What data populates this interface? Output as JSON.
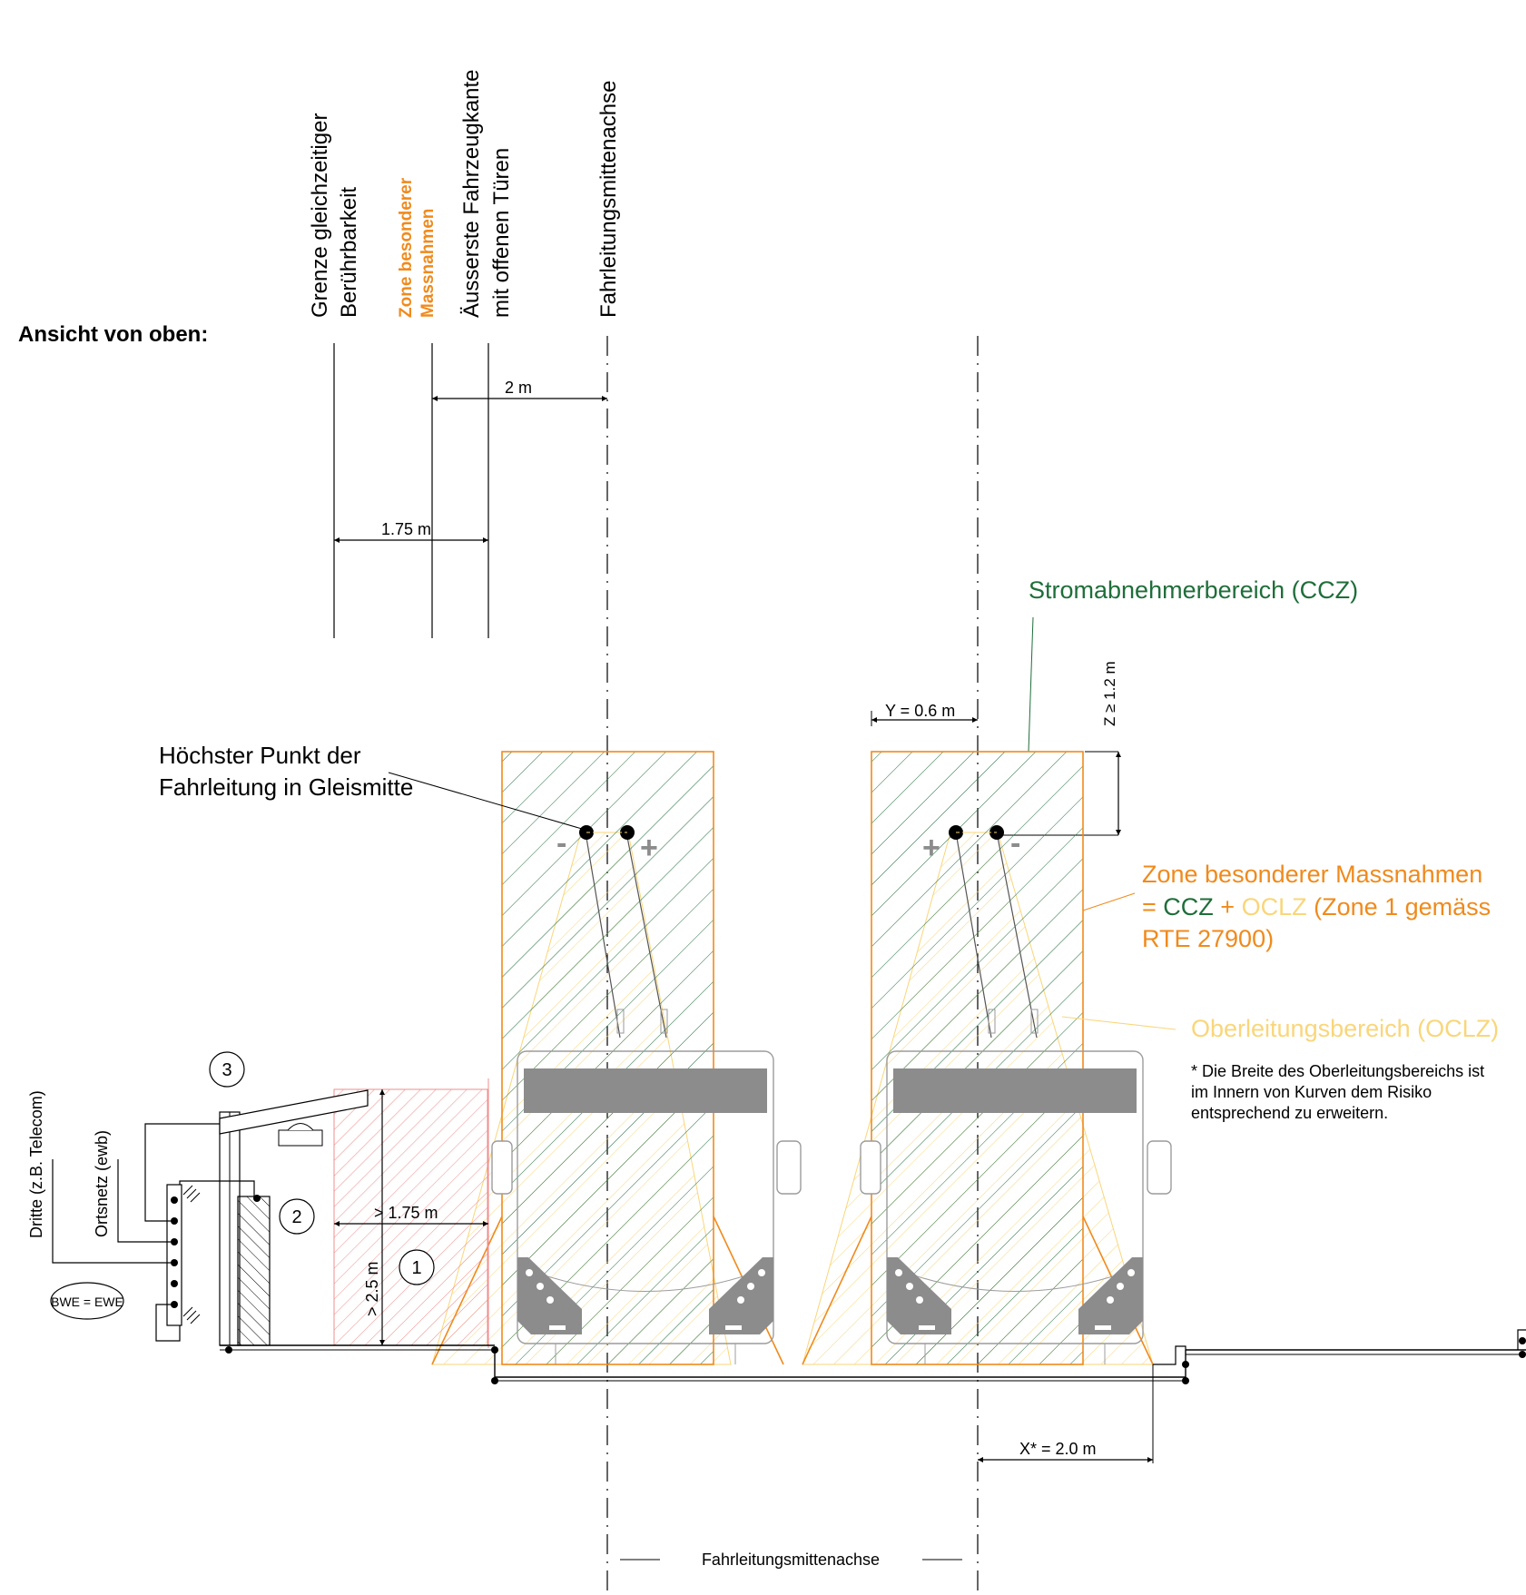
{
  "colors": {
    "green": "#1f6e3a",
    "orange": "#f08a1c",
    "pale_yellow": "#f9d67a",
    "red_hatch": "#f08c8c",
    "black": "#000000",
    "bus_dark": "#8c8c8c"
  },
  "view_title": "Ansicht von oben:",
  "column_labels": {
    "grenze_l1": "Grenze gleichzeitiger",
    "grenze_l2": "Berührbarkeit",
    "zone_l1": "Zone besonderer",
    "zone_l2": "Massnahmen",
    "aussen_l1": "Äusserste Fahrzeugkante",
    "aussen_l2": "mit offenen Türen",
    "fahrleitung": "Fahrleitungsmittenachse"
  },
  "dimensions": {
    "d_2m": "2 m",
    "d_175m_top": "1.75 m",
    "y_06": "Y = 0.6 m",
    "z_12": "Z ≥ 1.2 m",
    "gt_175": "> 1.75 m",
    "gt_25": "> 2.5 m",
    "x_20": "X* = 2.0 m"
  },
  "annotations": {
    "hoechster_l1": "Höchster Punkt der",
    "hoechster_l2": "Fahrleitung in Gleismitte",
    "ccz": "Stromabnehmerbereich (CCZ)",
    "zone_title": "Zone besonderer Massnahmen",
    "zone_eq": "= ",
    "zone_ccz": "CCZ",
    "zone_plus": " + ",
    "zone_oclz": "OCLZ",
    "zone_rest": " (Zone 1 gemäss",
    "zone_rte": "RTE 27900)",
    "oclz": "Oberleitungsbereich (OCLZ)",
    "note_l1": "* Die Breite des Oberleitungsbereichs ist",
    "note_l2": "im Innern von Kurven dem Risiko",
    "note_l3": "entsprechend zu erweitern.",
    "bottom_axis": "Fahrleitungsmittenachse"
  },
  "left_labels": {
    "dritte": "Dritte (z.B. Telecom)",
    "ortsnetz": "Ortsnetz (ewb)",
    "bwe": "BWE = EWE"
  },
  "markers": {
    "n1": "1",
    "n2": "2",
    "n3": "3"
  },
  "polarity": {
    "minus": "-",
    "plus": "+"
  }
}
